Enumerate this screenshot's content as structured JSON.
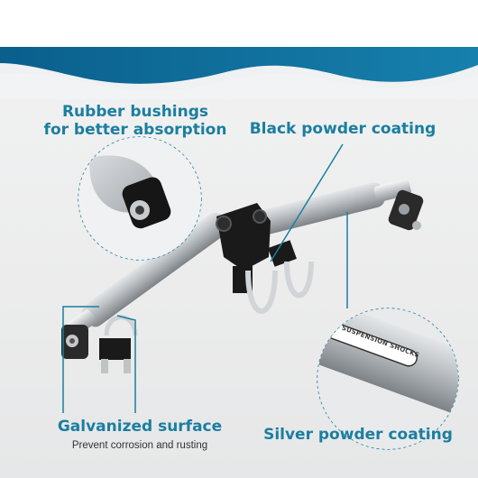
{
  "callouts": {
    "rubber": {
      "line1": "Rubber bushings",
      "line2": "for better absorption"
    },
    "black": {
      "text": "Black powder coating"
    },
    "galvanized": {
      "title": "Galvanized surface",
      "subtitle": "Prevent corrosion and rusting"
    },
    "silver": {
      "text": "Silver powder coating"
    }
  },
  "detail": {
    "brand_text": "SUSPENSION SHOCKS"
  },
  "colors": {
    "accent": "#1b7ea0",
    "wave": "#0f6d9a",
    "silver": "#b8bcc0",
    "black": "#1a1a1a"
  }
}
